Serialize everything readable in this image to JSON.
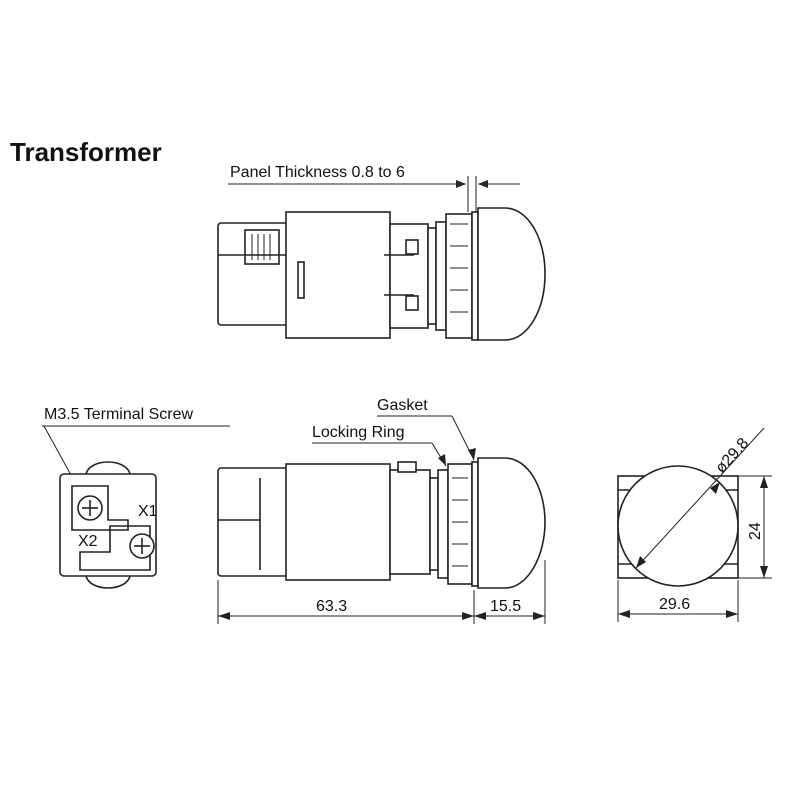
{
  "title": "Transformer",
  "labels": {
    "panel_thickness": "Panel Thickness 0.8 to 6",
    "terminal_screw": "M3.5 Terminal Screw",
    "gasket": "Gasket",
    "locking_ring": "Locking Ring",
    "x1": "X1",
    "x2": "X2"
  },
  "dimensions": {
    "body_length": "63.3",
    "lens_length": "15.5",
    "diameter": "ø29.8",
    "width": "29.6",
    "height": "24"
  }
}
